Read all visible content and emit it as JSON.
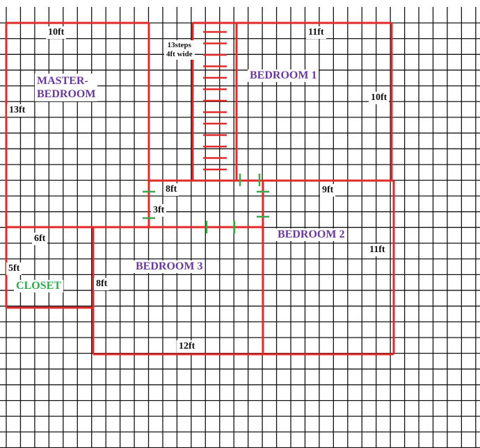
{
  "colors": {
    "wall": "#e02a2a",
    "door": "#3aa64a",
    "room_label": "#6a3a9a",
    "closet_label": "#2faa4a",
    "grid": "#111111"
  },
  "rooms": {
    "master": {
      "name_line1": "MASTER-",
      "name_line2": "BEDROOM",
      "width": "10ft",
      "length": "13ft"
    },
    "stairs": {
      "steps": "13steps",
      "width": "4ft wide"
    },
    "bedroom1": {
      "name": "BEDROOM 1",
      "width": "11ft",
      "length": "10ft"
    },
    "hall": {
      "length": "8ft",
      "width": "3ft"
    },
    "bedroom2": {
      "name": "BEDROOM 2",
      "width": "9ft",
      "length": "11ft"
    },
    "bedroom3": {
      "name": "BEDROOM 3",
      "width": "12ft",
      "length": "8ft"
    },
    "closet": {
      "name": "CLOSET",
      "width": "6ft",
      "length": "5ft"
    }
  }
}
